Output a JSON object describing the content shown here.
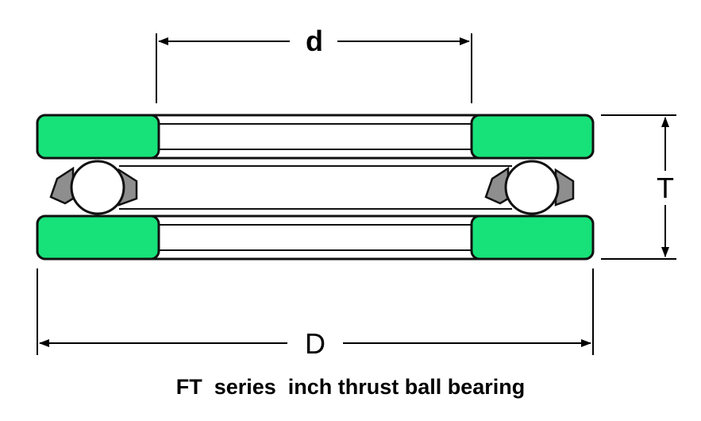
{
  "labels": {
    "inner_diameter": "d",
    "outer_diameter": "D",
    "thickness": "T"
  },
  "caption": "FT  series  inch thrust ball bearing",
  "colors": {
    "race": "#17e279",
    "outline": "#111111",
    "cage": "#8e8e8e",
    "ball": "#ffffff"
  }
}
